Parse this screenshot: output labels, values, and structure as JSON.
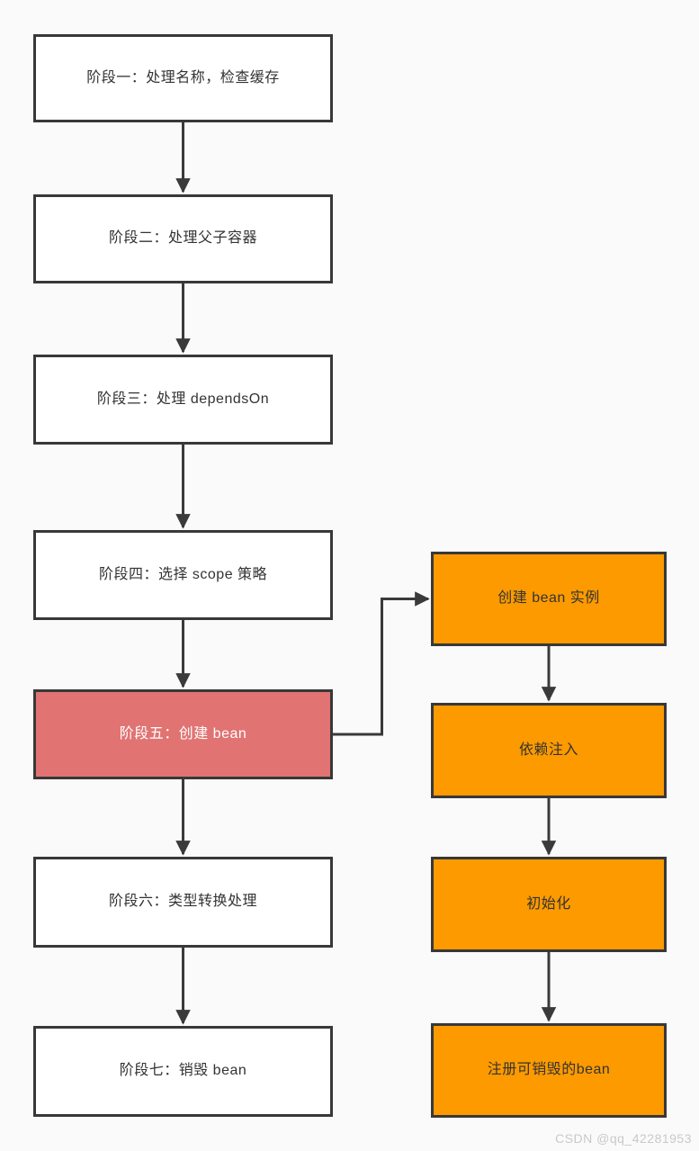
{
  "diagram": {
    "type": "flowchart",
    "background": "#fafafa",
    "colors": {
      "box_border": "#383838",
      "default_fill": "#ffffff",
      "default_text": "#333333",
      "highlight_fill": "#e17373",
      "highlight_text": "#ffffff",
      "process_fill": "#fc9a00",
      "process_text": "#333333",
      "arrow": "#3a3a3a"
    },
    "left_column": {
      "nodes": [
        {
          "id": "stage1",
          "label": "阶段一：处理名称，检查缓存",
          "type": "default"
        },
        {
          "id": "stage2",
          "label": "阶段二：处理父子容器",
          "type": "default"
        },
        {
          "id": "stage3",
          "label": "阶段三：处理 dependsOn",
          "type": "default"
        },
        {
          "id": "stage4",
          "label": "阶段四：选择 scope 策略",
          "type": "default"
        },
        {
          "id": "stage5",
          "label": "阶段五：创建 bean",
          "type": "highlight"
        },
        {
          "id": "stage6",
          "label": "阶段六：类型转换处理",
          "type": "default"
        },
        {
          "id": "stage7",
          "label": "阶段七：销毁 bean",
          "type": "default"
        }
      ]
    },
    "right_column": {
      "nodes": [
        {
          "id": "createBeanInstance",
          "label": "创建 bean 实例",
          "type": "process"
        },
        {
          "id": "dependencyInjection",
          "label": "依赖注入",
          "type": "process"
        },
        {
          "id": "initialization",
          "label": "初始化",
          "type": "process"
        },
        {
          "id": "registerDisposableBean",
          "label": "注册可销毁的bean",
          "type": "process"
        }
      ]
    },
    "edges": [
      {
        "from": "stage1",
        "to": "stage2"
      },
      {
        "from": "stage2",
        "to": "stage3"
      },
      {
        "from": "stage3",
        "to": "stage4"
      },
      {
        "from": "stage4",
        "to": "stage5"
      },
      {
        "from": "stage5",
        "to": "stage6"
      },
      {
        "from": "stage6",
        "to": "stage7"
      },
      {
        "from": "stage5",
        "to": "createBeanInstance",
        "style": "elbow"
      },
      {
        "from": "createBeanInstance",
        "to": "dependencyInjection"
      },
      {
        "from": "dependencyInjection",
        "to": "initialization"
      },
      {
        "from": "initialization",
        "to": "registerDisposableBean"
      }
    ]
  },
  "watermark": {
    "text": "CSDN @qq_42281953"
  }
}
